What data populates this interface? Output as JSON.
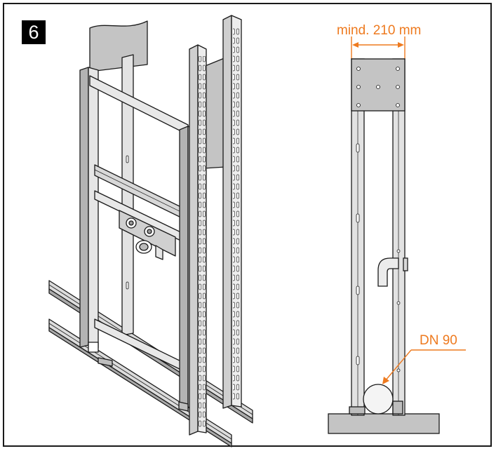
{
  "step_number": "6",
  "dimension_label": "mind. 210 mm",
  "pipe_label": "DN 90",
  "colors": {
    "accent": "#ee7a1f",
    "steel": "#d6d6d6",
    "steel_dark": "#9a9a9a",
    "panel": "#c4c4c4",
    "outline": "#1a1a1a"
  }
}
